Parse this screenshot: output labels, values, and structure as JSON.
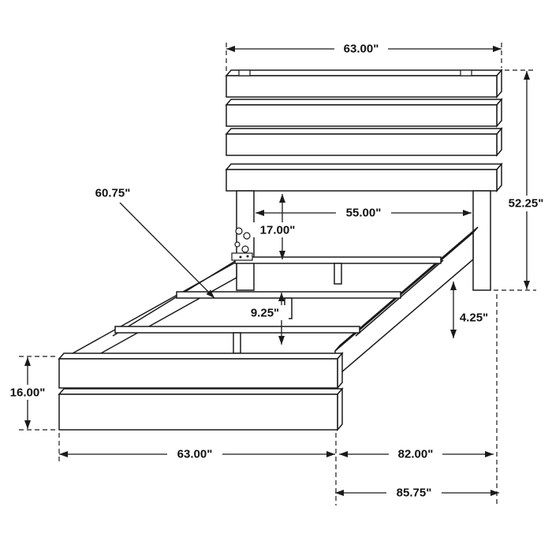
{
  "diagram": {
    "type": "technical-drawing",
    "subject": "Bed frame dimension diagram",
    "unit": "inches",
    "dimensions": {
      "headboard_width": "63.00\"",
      "headboard_height": "52.25\"",
      "side_rail_length": "60.75\"",
      "inner_width": "55.00\"",
      "headboard_clearance": "17.00\"",
      "rail_height": "9.25\"",
      "rail_lip": "4.25\"",
      "footboard_height": "16.00\"",
      "footboard_width": "63.00\"",
      "frame_length": "82.00\"",
      "overall_length": "85.75\""
    }
  }
}
